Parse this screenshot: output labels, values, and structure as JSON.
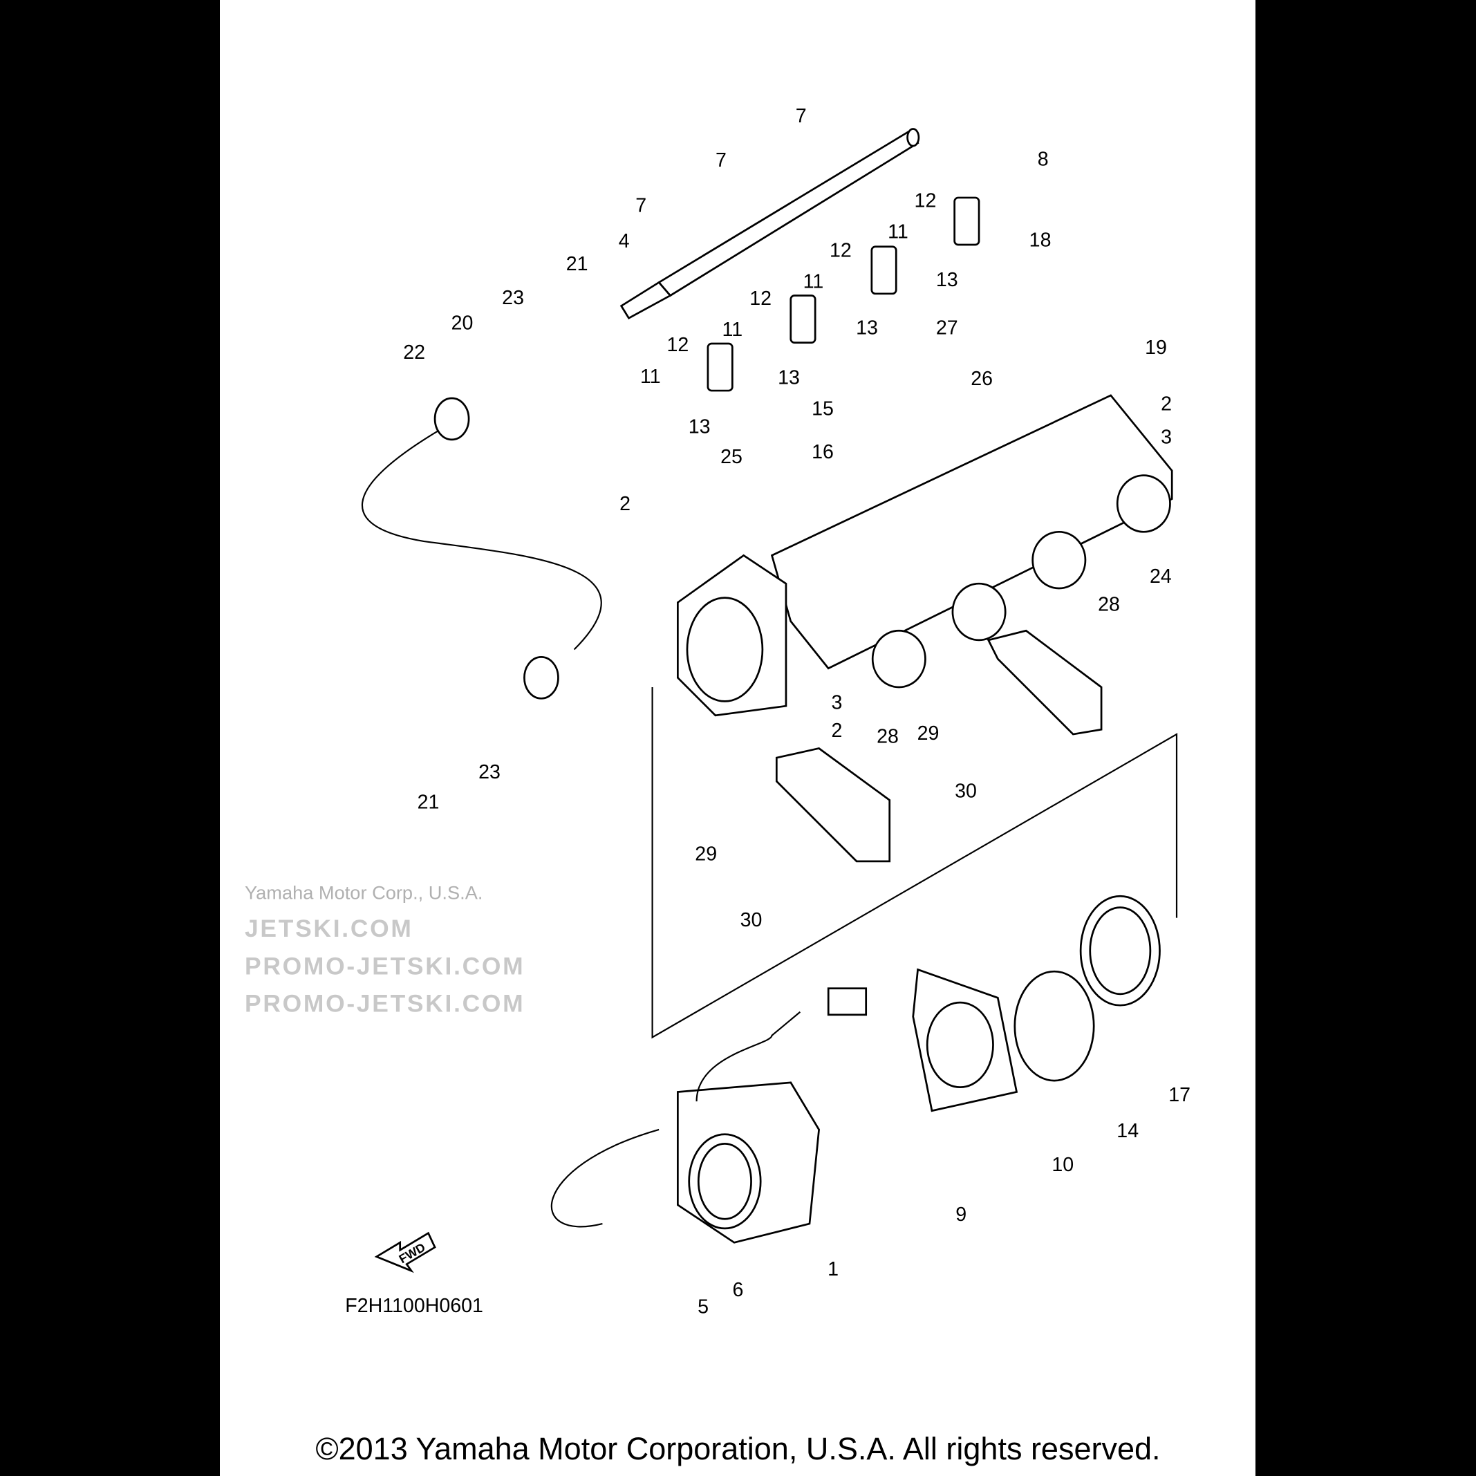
{
  "diagram_code": "F2H1100H0601",
  "fwd_label": "FWD",
  "copyright": "©2013 Yamaha Motor Corporation, U.S.A. All rights reserved.",
  "watermarks": {
    "left": "JETSKI.COM",
    "middle": "PROMO-JETSKI.COM",
    "right": "PROMO-JETSKI.COM",
    "overlay": "Yamaha Motor Corp., U.S.A."
  },
  "callouts": [
    {
      "n": "7"
    },
    {
      "n": "7"
    },
    {
      "n": "7"
    },
    {
      "n": "4"
    },
    {
      "n": "21"
    },
    {
      "n": "23"
    },
    {
      "n": "20"
    },
    {
      "n": "22"
    },
    {
      "n": "12"
    },
    {
      "n": "11"
    },
    {
      "n": "12"
    },
    {
      "n": "11"
    },
    {
      "n": "12"
    },
    {
      "n": "11"
    },
    {
      "n": "12"
    },
    {
      "n": "11"
    },
    {
      "n": "13"
    },
    {
      "n": "13"
    },
    {
      "n": "13"
    },
    {
      "n": "13"
    },
    {
      "n": "8"
    },
    {
      "n": "18"
    },
    {
      "n": "19"
    },
    {
      "n": "27"
    },
    {
      "n": "26"
    },
    {
      "n": "15"
    },
    {
      "n": "16"
    },
    {
      "n": "25"
    },
    {
      "n": "2"
    },
    {
      "n": "2"
    },
    {
      "n": "3"
    },
    {
      "n": "24"
    },
    {
      "n": "28"
    },
    {
      "n": "3"
    },
    {
      "n": "2"
    },
    {
      "n": "28"
    },
    {
      "n": "29"
    },
    {
      "n": "30"
    },
    {
      "n": "21"
    },
    {
      "n": "23"
    },
    {
      "n": "29"
    },
    {
      "n": "30"
    },
    {
      "n": "17"
    },
    {
      "n": "14"
    },
    {
      "n": "10"
    },
    {
      "n": "9"
    },
    {
      "n": "1"
    },
    {
      "n": "6"
    },
    {
      "n": "5"
    }
  ]
}
